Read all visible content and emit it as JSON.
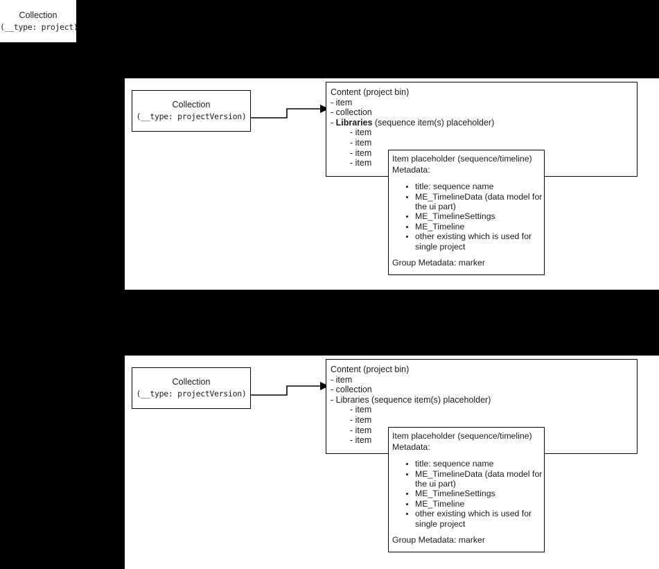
{
  "diagram": {
    "title_node": {
      "line1": "Collection",
      "line2": "(__type: project)"
    },
    "groups": [
      {
        "name": "group-top",
        "collection": {
          "line1": "Collection",
          "line2": "(__type: projectVersion)"
        },
        "content": {
          "header": "Content (project bin)",
          "rows": [
            {
              "text": "- item",
              "indent": false,
              "bold": false
            },
            {
              "text": "- collection",
              "indent": false,
              "bold": false
            }
          ],
          "libraries_prefix": "- ",
          "libraries_label": "Libraries",
          "libraries_label_bold": true,
          "libraries_suffix": " (sequence item(s) placeholder)",
          "children": [
            "- item",
            "- item",
            "- item",
            "- item"
          ]
        },
        "placeholder": {
          "header": "Item placeholder (sequence/timeline)",
          "subheader": "Metadata:",
          "bullets": [
            "title: sequence name",
            "ME_TimelineData (data model for the ui part)",
            "ME_TimelineSettings",
            "ME_Timeline",
            "other existing which is used for single project"
          ],
          "footer": "Group Metadata: marker"
        }
      },
      {
        "name": "group-bottom",
        "collection": {
          "line1": "Collection",
          "line2": "(__type: projectVersion)"
        },
        "content": {
          "header": "Content (project bin)",
          "rows": [
            {
              "text": "- item",
              "indent": false,
              "bold": false
            },
            {
              "text": "- collection",
              "indent": false,
              "bold": false
            }
          ],
          "libraries_prefix": "- ",
          "libraries_label": "Libraries",
          "libraries_label_bold": false,
          "libraries_suffix": " (sequence item(s) placeholder)",
          "children": [
            "- item",
            "- item",
            "- item",
            "- item"
          ]
        },
        "placeholder": {
          "header": "Item placeholder (sequence/timeline)",
          "subheader": "Metadata:",
          "bullets": [
            "title: sequence name",
            "ME_TimelineData (data model for the ui part)",
            "ME_TimelineSettings",
            "ME_Timeline",
            "other existing which is used for single project"
          ],
          "footer": "Group Metadata: marker"
        }
      }
    ],
    "colors": {
      "background": "#000000",
      "panel": "#ffffff",
      "stroke": "#000000",
      "text": "#1a1a1a"
    }
  }
}
